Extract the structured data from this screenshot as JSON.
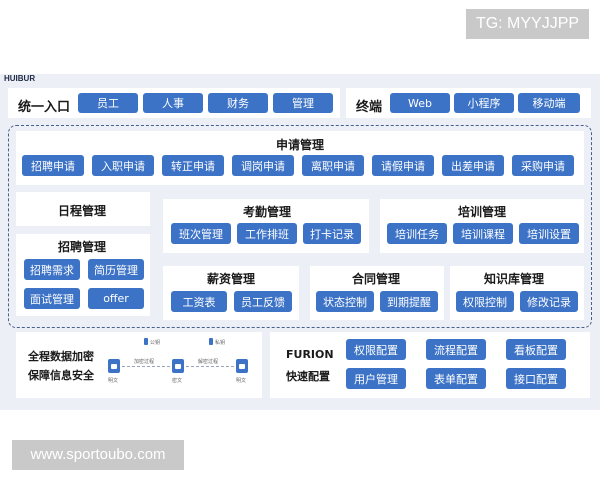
{
  "watermarks": {
    "top": "TG: MYYJJPP",
    "bottom": "www.sportoubo.com"
  },
  "brand": "HUIBUR",
  "unified_entry": {
    "title": "统一入口",
    "items": [
      "员工",
      "人事",
      "财务",
      "管理"
    ]
  },
  "terminal": {
    "title": "终端",
    "items": [
      "Web",
      "小程序",
      "移动端"
    ]
  },
  "application_mgmt": {
    "title": "申请管理",
    "items": [
      "招聘申请",
      "入职申请",
      "转正申请",
      "调岗申请",
      "离职申请",
      "请假申请",
      "出差申请",
      "采购申请"
    ]
  },
  "schedule": {
    "title": "日程管理"
  },
  "attendance": {
    "title": "考勤管理",
    "items": [
      "班次管理",
      "工作排班",
      "打卡记录"
    ]
  },
  "training": {
    "title": "培训管理",
    "items": [
      "培训任务",
      "培训课程",
      "培训设置"
    ]
  },
  "recruitment": {
    "title": "招聘管理",
    "items": [
      "招聘需求",
      "简历管理",
      "面试管理",
      "offer"
    ]
  },
  "salary": {
    "title": "薪资管理",
    "items": [
      "工资表",
      "员工反馈"
    ]
  },
  "contract": {
    "title": "合同管理",
    "items": [
      "状态控制",
      "到期提醒"
    ]
  },
  "knowledge": {
    "title": "知识库管理",
    "items": [
      "权限控制",
      "修改记录"
    ]
  },
  "security": {
    "title_line1": "全程数据加密",
    "title_line2": "保障信息安全",
    "flow": {
      "public_key": "公钥",
      "encrypt": "加密过程",
      "private_key": "私钥",
      "decrypt": "解密过程",
      "plain1": "明文",
      "cipher": "密文",
      "plain2": "明文"
    }
  },
  "furion": {
    "title_line1": "FURION",
    "title_line2": "快速配置",
    "items": [
      "权限配置",
      "流程配置",
      "看板配置",
      "用户管理",
      "表单配置",
      "接口配置"
    ]
  },
  "colors": {
    "button": "#3d73c6",
    "background": "#eceff5",
    "panel": "#ffffff"
  }
}
